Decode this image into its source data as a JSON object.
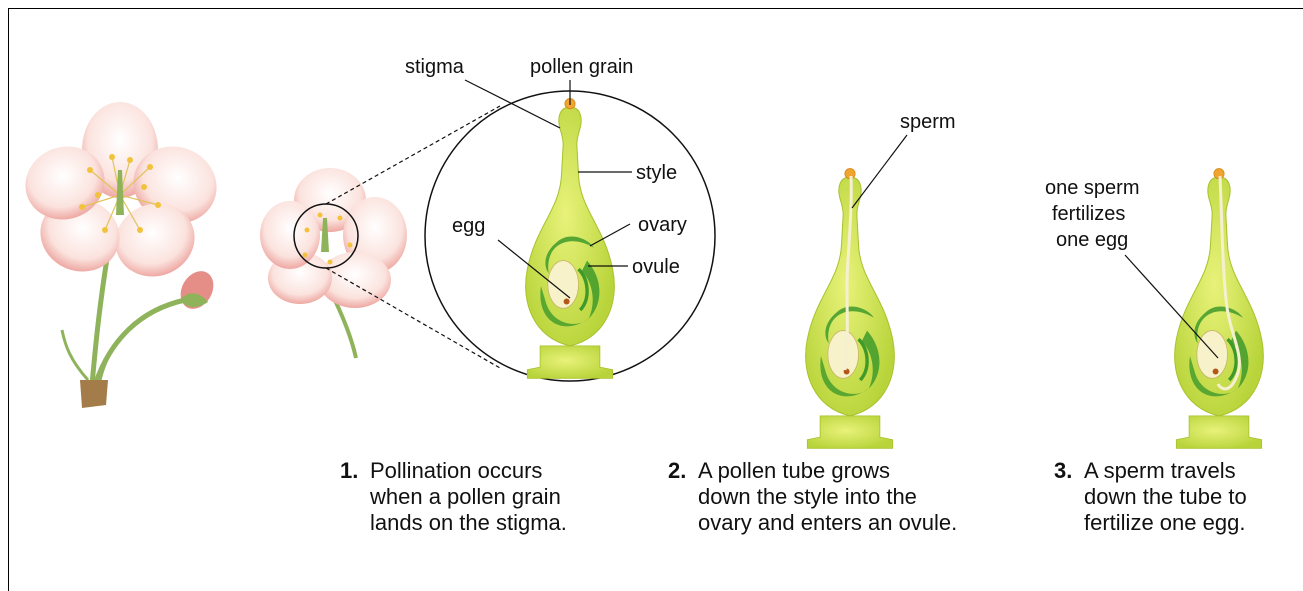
{
  "labels": {
    "stigma": "stigma",
    "pollen_grain": "pollen grain",
    "style": "style",
    "egg": "egg",
    "ovary": "ovary",
    "ovule": "ovule",
    "sperm": "sperm",
    "fertilizes": [
      "one sperm",
      "fertilizes",
      "one egg"
    ]
  },
  "steps": [
    {
      "number": "1.",
      "lines": [
        "Pollination occurs",
        "when a pollen grain",
        "lands on the stigma."
      ]
    },
    {
      "number": "2.",
      "lines": [
        "A pollen tube grows",
        "down the style into the",
        "ovary and enters an ovule."
      ]
    },
    {
      "number": "3.",
      "lines": [
        "A sperm travels",
        "down the tube to",
        "fertilize one egg."
      ]
    }
  ],
  "colors": {
    "petal": "#f9d9d3",
    "petal_edge": "#e59a96",
    "pistil": "#cde04a",
    "pistil_dark": "#3f9a2a",
    "ovule": "#f7f2c9",
    "pollen": "#f0a531",
    "stem": "#8fb35a"
  }
}
